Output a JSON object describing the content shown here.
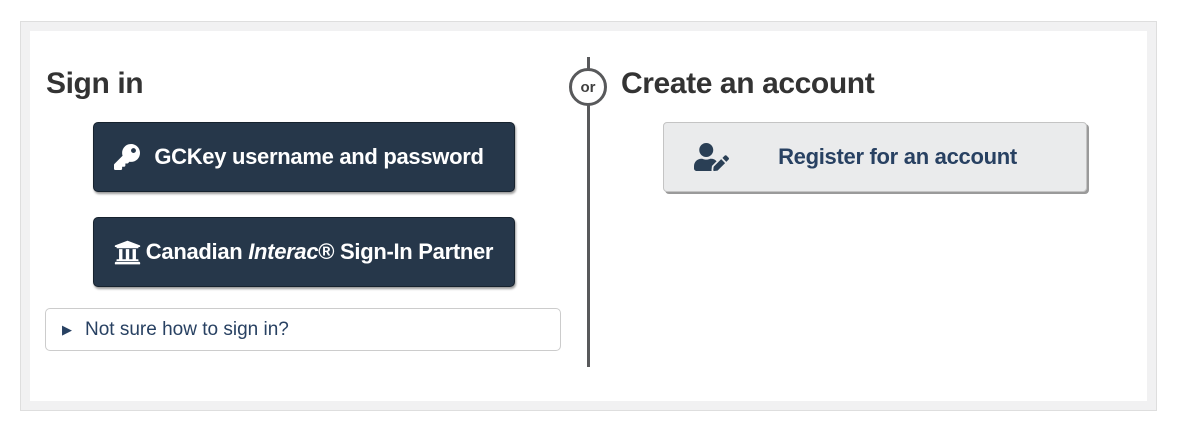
{
  "signin": {
    "heading": "Sign in",
    "gckey_button": {
      "label": "GCKey username and password",
      "icon": "key-icon"
    },
    "interac_button": {
      "prefix": "Canadian ",
      "brand": "Interac",
      "suffix": "® Sign-In Partner",
      "icon": "bank-icon"
    },
    "help_toggle": {
      "marker": "▶",
      "label": "Not sure how to sign in?"
    }
  },
  "divider": {
    "label": "or"
  },
  "create": {
    "heading": "Create an account",
    "register_button": {
      "label": "Register for an account",
      "icon": "user-edit-icon"
    }
  },
  "colors": {
    "dark_button_bg": "#26374a",
    "dark_button_text": "#ffffff",
    "register_button_bg": "#eaebec",
    "accent_navy": "#284162",
    "heading_text": "#333333",
    "divider_gray": "#58595b",
    "card_border": "#f1f1f2"
  }
}
